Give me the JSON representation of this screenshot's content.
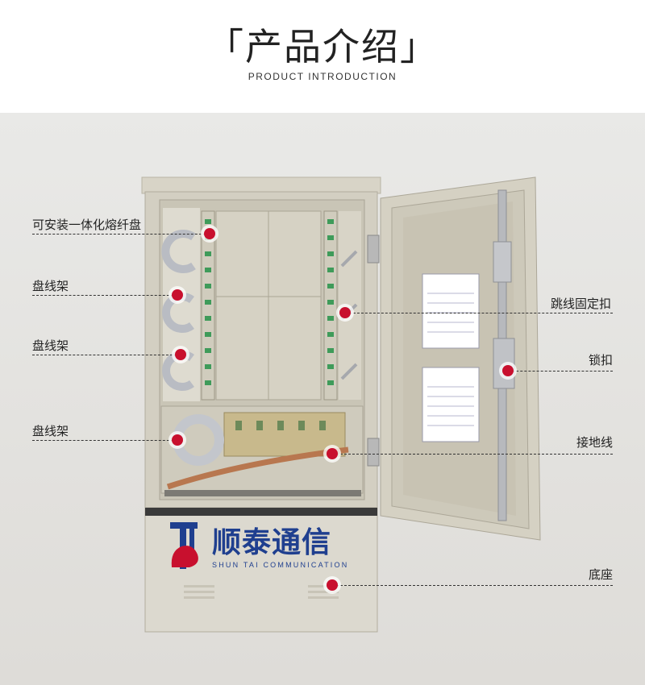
{
  "header": {
    "title": "「产品介绍」",
    "subtitle": "PRODUCT  INTRODUCTION"
  },
  "labels": {
    "left": [
      "可安装一体化熔纤盘",
      "盘线架",
      "盘线架",
      "盘线架"
    ],
    "right": [
      "跳线固定扣",
      "锁扣",
      "接地线",
      "底座"
    ]
  },
  "logo": {
    "name": "顺泰通信",
    "english": "SHUN TAI COMMUNICATION"
  },
  "colors": {
    "marker": "#c8102e",
    "logo": "#1f3f8f",
    "cabinet": "#d3cfc2"
  }
}
